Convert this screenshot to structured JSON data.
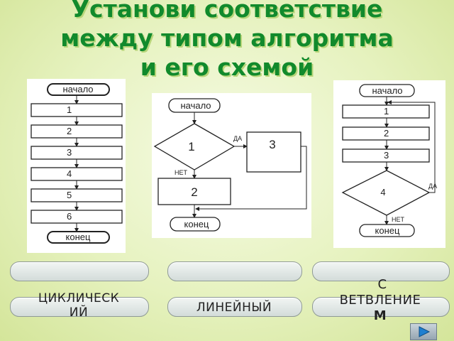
{
  "title": {
    "line1": "Установи соответствие",
    "line2": "между типом алгоритма",
    "line3": "и его схемой"
  },
  "diagrams": {
    "linear": {
      "start": "начало",
      "steps": [
        "1",
        "2",
        "3",
        "4",
        "5",
        "6"
      ],
      "end": "конец"
    },
    "branching": {
      "start": "начало",
      "condition": "1",
      "yes": "ДА",
      "no": "НЕТ",
      "yes_action": "3",
      "no_action": "2",
      "end": "конец"
    },
    "cyclic": {
      "start": "начало",
      "steps": [
        "1",
        "2",
        "3"
      ],
      "condition": "4",
      "yes": "ДА",
      "no": "НЕТ",
      "end": "конец"
    }
  },
  "answers": {
    "cyclic": {
      "line1": "ЦИКЛИЧЕСК",
      "line2": "ИЙ"
    },
    "linear": {
      "line1": "ЛИНЕЙНЫЙ"
    },
    "branching": {
      "line0": "С",
      "line1": "ВЕТВЛЕНИЕ",
      "line2": "М"
    }
  },
  "colors": {
    "title": "#118a2c",
    "background": "#e6f2bf"
  },
  "nav": {
    "icon": "play-arrow-icon"
  }
}
